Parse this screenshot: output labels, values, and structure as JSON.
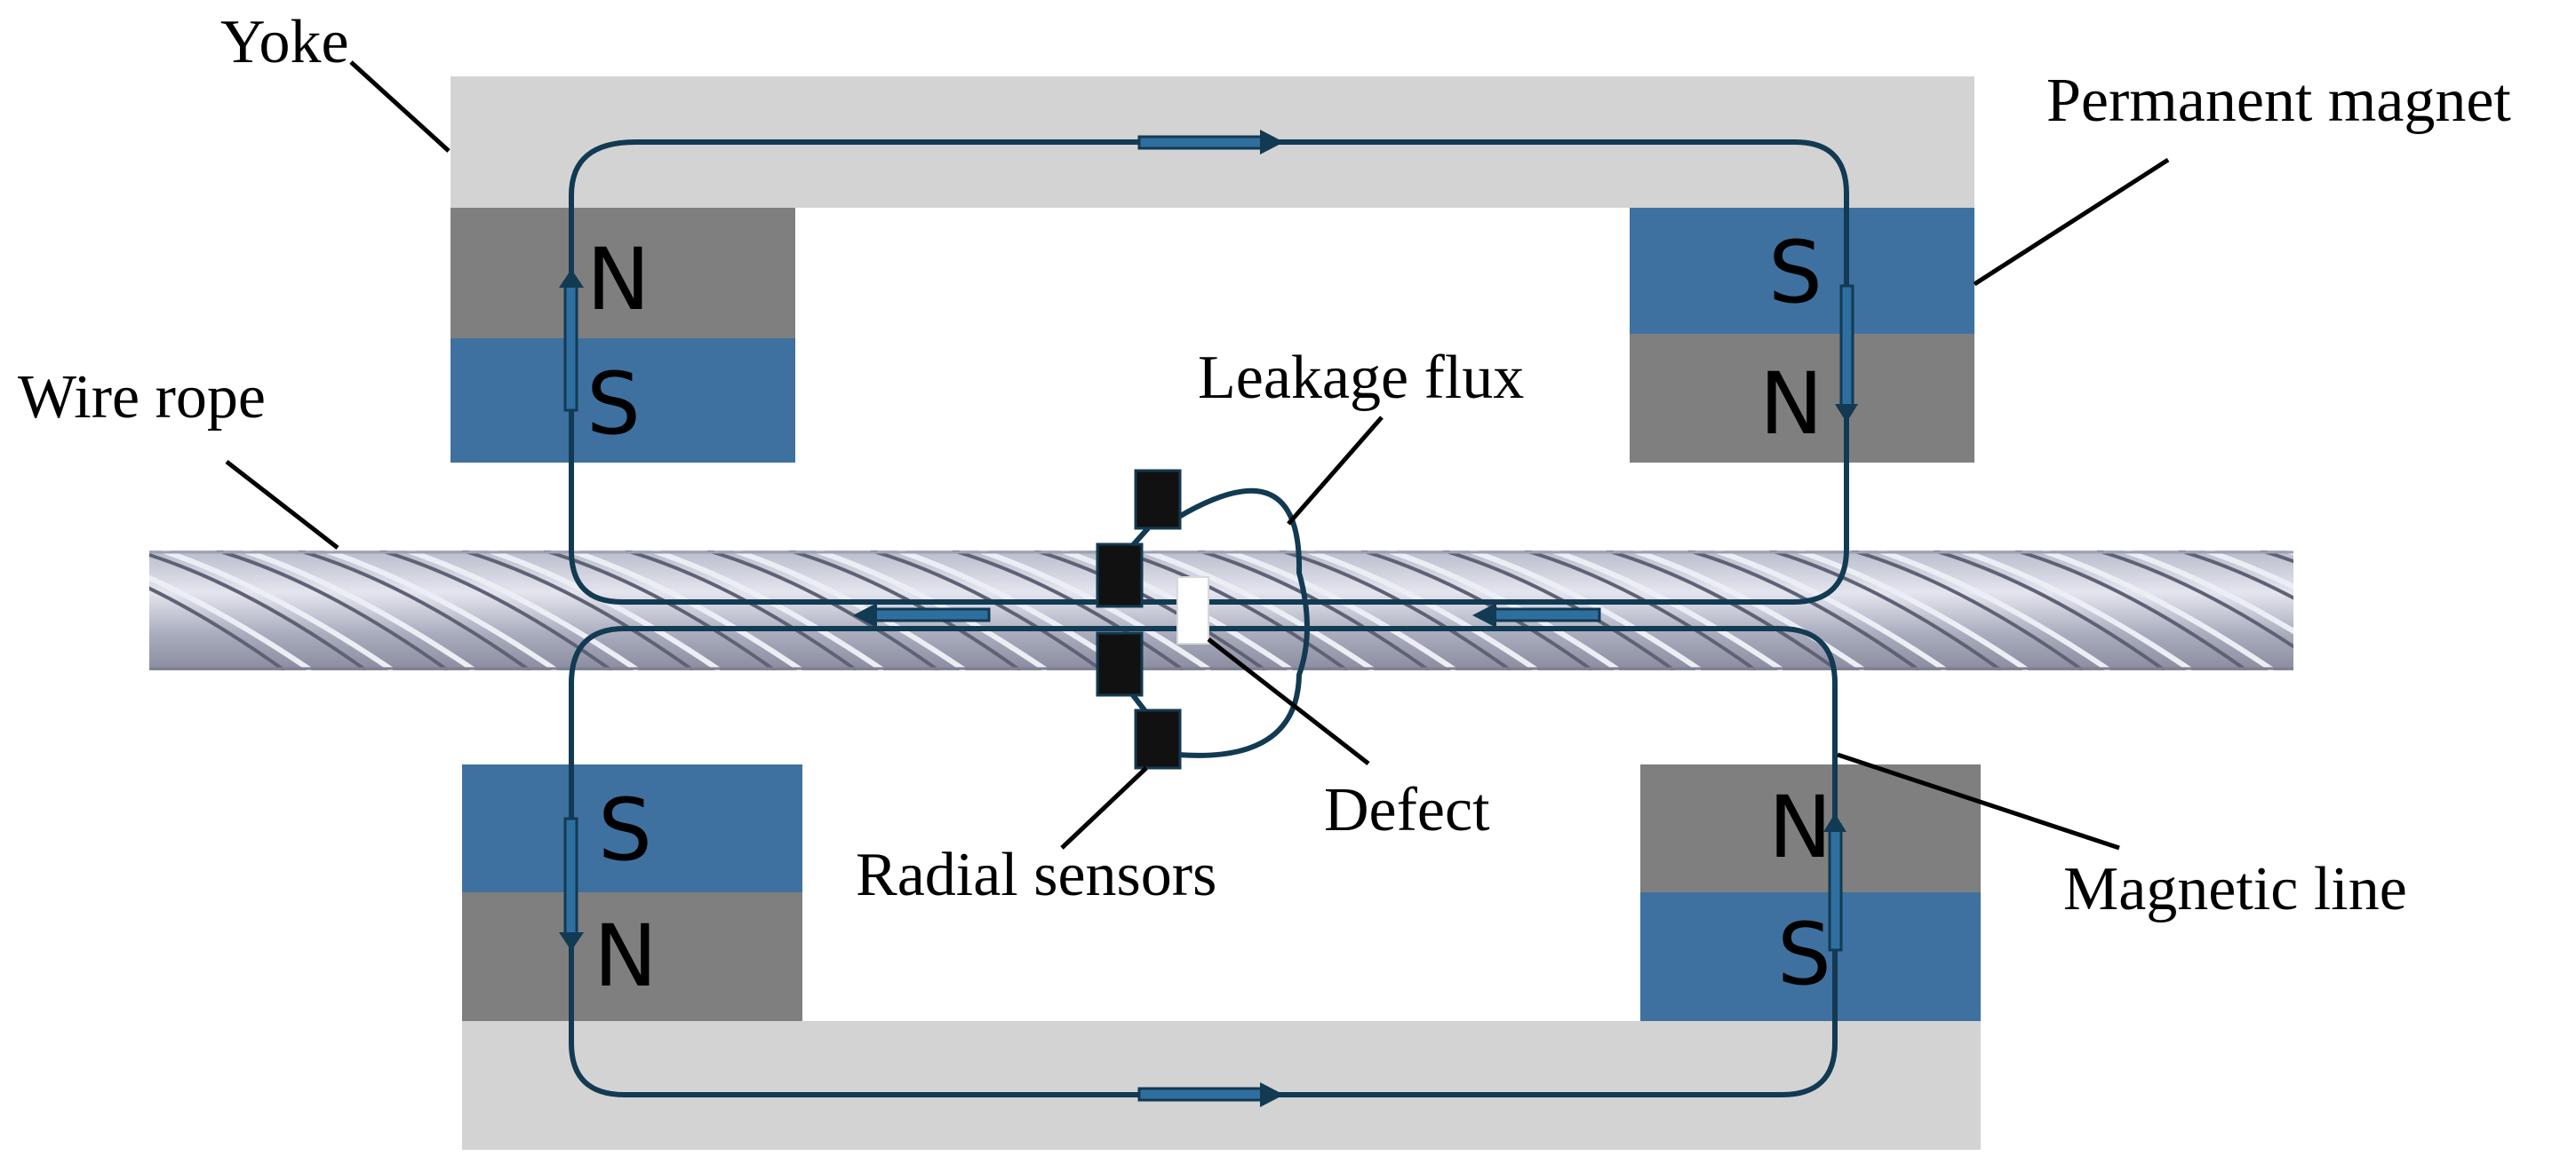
{
  "labels": {
    "yoke": "Yoke",
    "permanent_magnet": "Permanent magnet",
    "wire_rope": "Wire rope",
    "leakage_flux": "Leakage flux",
    "defect": "Defect",
    "radial_sensors": "Radial sensors",
    "magnetic_line": "Magnetic line"
  },
  "poles": {
    "top_left_upper": "N",
    "top_left_lower": "S",
    "top_right_upper": "S",
    "top_right_lower": "N",
    "bottom_left_upper": "S",
    "bottom_left_lower": "N",
    "bottom_right_upper": "N",
    "bottom_right_lower": "S"
  },
  "colors": {
    "yoke": "#d3d3d3",
    "magnet_blue": "#3e71a0",
    "magnet_gray": "#7f7f7f",
    "flux_line": "#123a52",
    "arrow_fill": "#2f6fa0",
    "sensor": "#111111",
    "defect": "#ffffff",
    "rope_light": "#d6d8e4",
    "rope_dark": "#8d8fa2"
  }
}
